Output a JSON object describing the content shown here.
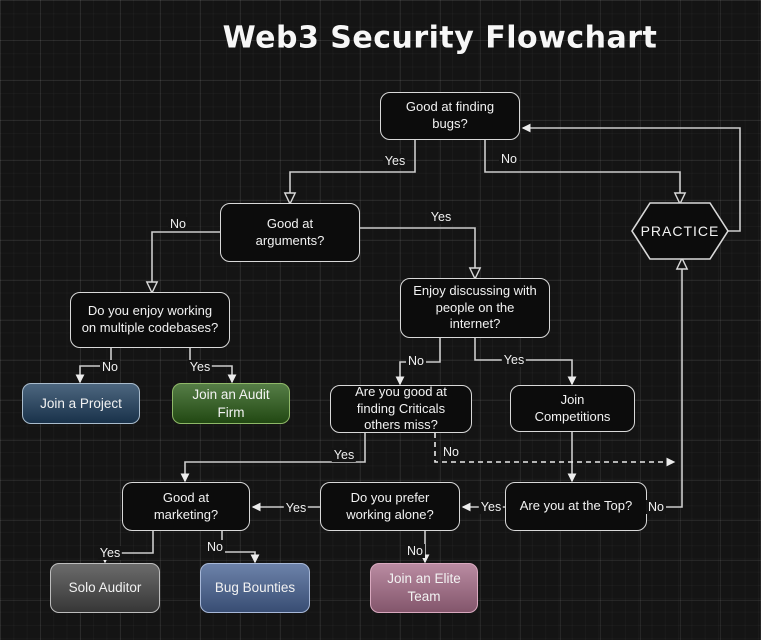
{
  "title": "Web3 Security Flowchart",
  "flow": {
    "nodes": {
      "finding_bugs": {
        "label": "Good at finding bugs?"
      },
      "arguments": {
        "label": "Good at arguments?"
      },
      "practice": {
        "label": "PRACTICE"
      },
      "codebases": {
        "label": "Do you enjoy working on multiple codebases?"
      },
      "discussing": {
        "label": "Enjoy discussing with people on the internet?"
      },
      "join_project": {
        "label": "Join a Project",
        "color": "#20405f"
      },
      "audit_firm": {
        "label": "Join an Audit Firm",
        "color": "#2b5d18"
      },
      "criticals": {
        "label": "Are you good at finding Criticals others miss?"
      },
      "competitions": {
        "label": "Join Competitions"
      },
      "marketing": {
        "label": "Good at marketing?"
      },
      "working_alone": {
        "label": "Do you prefer working alone?"
      },
      "at_top": {
        "label": "Are you at the Top?"
      },
      "solo_auditor": {
        "label": "Solo Auditor",
        "color": "#464646"
      },
      "bug_bounties": {
        "label": "Bug Bounties",
        "color": "#486394"
      },
      "elite_team": {
        "label": "Join an Elite Team",
        "color": "#a86e8a"
      }
    },
    "edge_labels": [
      {
        "text": "Yes"
      },
      {
        "text": "No"
      },
      {
        "text": "No"
      },
      {
        "text": "Yes"
      },
      {
        "text": "No"
      },
      {
        "text": "Yes"
      },
      {
        "text": "No"
      },
      {
        "text": "Yes"
      },
      {
        "text": "Yes"
      },
      {
        "text": "No"
      },
      {
        "text": "Yes"
      },
      {
        "text": "No"
      },
      {
        "text": "Yes"
      },
      {
        "text": "Yes"
      },
      {
        "text": "No"
      },
      {
        "text": "No"
      }
    ],
    "line_color": "#cccccc",
    "dashed_line_color": "#eaeaea"
  }
}
